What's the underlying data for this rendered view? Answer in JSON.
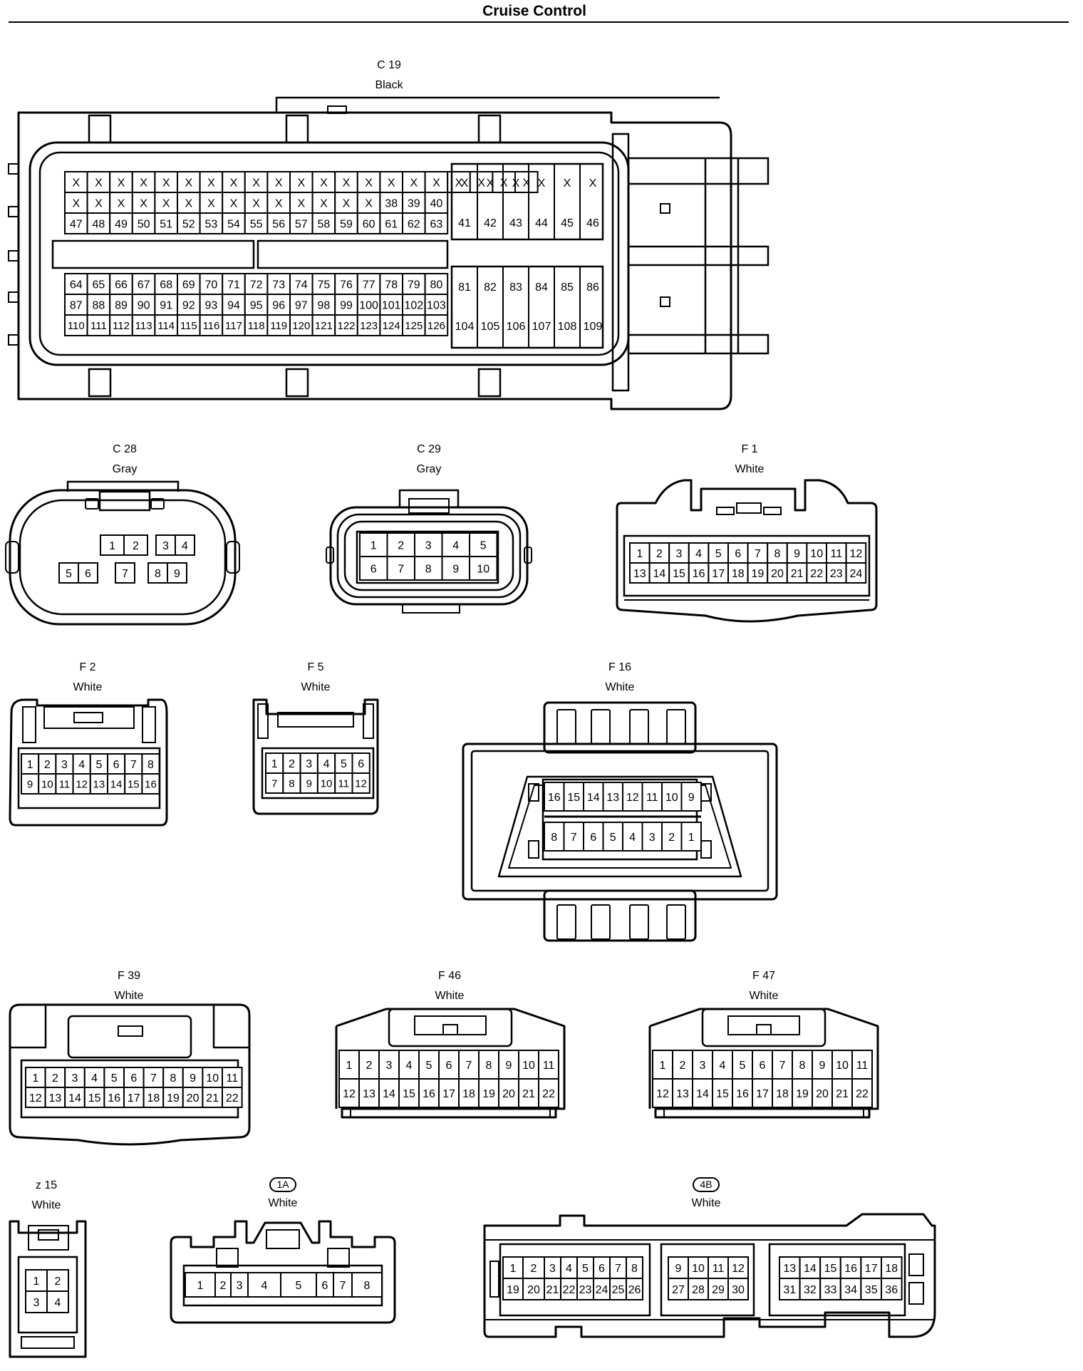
{
  "title": "Cruise Control",
  "connectors": [
    {
      "id": "c19",
      "code": "C 19",
      "color": "Black",
      "oval": false,
      "rows": [
        [
          "X",
          "X",
          "X",
          "X",
          "X",
          "X",
          "X",
          "X",
          "X",
          "X",
          "X",
          "X",
          "X",
          "X",
          "X",
          "X",
          "X",
          "X",
          "X",
          "X",
          "X"
        ],
        [
          "X",
          "X",
          "X",
          "X",
          "X",
          "X",
          "X",
          "X",
          "X",
          "X",
          "X",
          "X",
          "X",
          "X",
          "38",
          "39",
          "40",
          "41",
          "42",
          "43",
          "44",
          "45",
          "46"
        ],
        [
          "47",
          "48",
          "49",
          "50",
          "51",
          "52",
          "53",
          "54",
          "55",
          "56",
          "57",
          "58",
          "59",
          "60",
          "61",
          "62",
          "63"
        ],
        [
          "64",
          "65",
          "66",
          "67",
          "68",
          "69",
          "70",
          "71",
          "72",
          "73",
          "74",
          "75",
          "76",
          "77",
          "78",
          "79",
          "80",
          "81",
          "82",
          "83",
          "84",
          "85",
          "86"
        ],
        [
          "87",
          "88",
          "89",
          "90",
          "91",
          "92",
          "93",
          "94",
          "95",
          "96",
          "97",
          "98",
          "99",
          "100",
          "101",
          "102",
          "103"
        ],
        [
          "110",
          "111",
          "112",
          "113",
          "114",
          "115",
          "116",
          "117",
          "118",
          "119",
          "120",
          "121",
          "122",
          "123",
          "124",
          "125",
          "126",
          "104",
          "105",
          "106",
          "107",
          "108",
          "109"
        ]
      ]
    },
    {
      "id": "c28",
      "code": "C 28",
      "color": "Gray",
      "oval": false,
      "pins": [
        "1",
        "2",
        "3",
        "4",
        "5",
        "6",
        "7",
        "8",
        "9"
      ]
    },
    {
      "id": "c29",
      "code": "C 29",
      "color": "Gray",
      "oval": false,
      "pins": [
        "1",
        "2",
        "3",
        "4",
        "5",
        "6",
        "7",
        "8",
        "9",
        "10"
      ]
    },
    {
      "id": "f1",
      "code": "F 1",
      "color": "White",
      "oval": false,
      "pins": [
        "1",
        "2",
        "3",
        "4",
        "5",
        "6",
        "7",
        "8",
        "9",
        "10",
        "11",
        "12",
        "13",
        "14",
        "15",
        "16",
        "17",
        "18",
        "19",
        "20",
        "21",
        "22",
        "23",
        "24"
      ]
    },
    {
      "id": "f2",
      "code": "F 2",
      "color": "White",
      "oval": false,
      "pins": [
        "1",
        "2",
        "3",
        "4",
        "5",
        "6",
        "7",
        "8",
        "9",
        "10",
        "11",
        "12",
        "13",
        "14",
        "15",
        "16"
      ]
    },
    {
      "id": "f5",
      "code": "F 5",
      "color": "White",
      "oval": false,
      "pins": [
        "1",
        "2",
        "3",
        "4",
        "5",
        "6",
        "7",
        "8",
        "9",
        "10",
        "11",
        "12"
      ]
    },
    {
      "id": "f16",
      "code": "F 16",
      "color": "White",
      "oval": false,
      "pins": [
        "16",
        "15",
        "14",
        "13",
        "12",
        "11",
        "10",
        "9",
        "8",
        "7",
        "6",
        "5",
        "4",
        "3",
        "2",
        "1"
      ]
    },
    {
      "id": "f39",
      "code": "F 39",
      "color": "White",
      "oval": false,
      "pins": [
        "1",
        "2",
        "3",
        "4",
        "5",
        "6",
        "7",
        "8",
        "9",
        "10",
        "11",
        "12",
        "13",
        "14",
        "15",
        "16",
        "17",
        "18",
        "19",
        "20",
        "21",
        "22"
      ]
    },
    {
      "id": "f46",
      "code": "F 46",
      "color": "White",
      "oval": false,
      "pins": [
        "1",
        "2",
        "3",
        "4",
        "5",
        "6",
        "7",
        "8",
        "9",
        "10",
        "11",
        "12",
        "13",
        "14",
        "15",
        "16",
        "17",
        "18",
        "19",
        "20",
        "21",
        "22"
      ]
    },
    {
      "id": "f47",
      "code": "F 47",
      "color": "White",
      "oval": false,
      "pins": [
        "1",
        "2",
        "3",
        "4",
        "5",
        "6",
        "7",
        "8",
        "9",
        "10",
        "11",
        "12",
        "13",
        "14",
        "15",
        "16",
        "17",
        "18",
        "19",
        "20",
        "21",
        "22"
      ]
    },
    {
      "id": "z15",
      "code": "z 15",
      "color": "White",
      "oval": false,
      "pins": [
        "1",
        "2",
        "3",
        "4"
      ]
    },
    {
      "id": "c1a",
      "code": "1A",
      "color": "White",
      "oval": true,
      "pins": [
        "1",
        "2",
        "3",
        "4",
        "5",
        "6",
        "7",
        "8"
      ]
    },
    {
      "id": "c4b",
      "code": "4B",
      "color": "White",
      "oval": true,
      "pins": [
        "1",
        "2",
        "3",
        "4",
        "5",
        "6",
        "7",
        "8",
        "9",
        "10",
        "11",
        "12",
        "13",
        "14",
        "15",
        "16",
        "17",
        "18",
        "19",
        "20",
        "21",
        "22",
        "23",
        "24",
        "25",
        "26",
        "27",
        "28",
        "29",
        "30",
        "31",
        "32",
        "33",
        "34",
        "35",
        "36"
      ]
    }
  ]
}
